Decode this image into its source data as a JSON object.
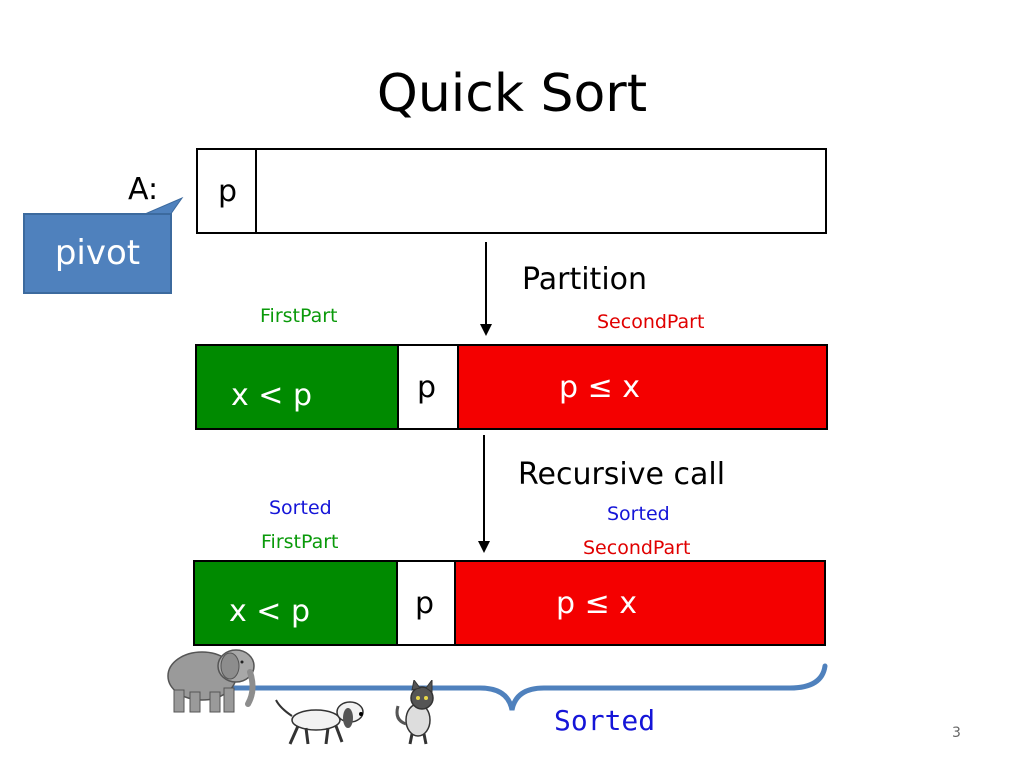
{
  "title": "Quick Sort",
  "array_label": "A:",
  "pivot_symbol": "p",
  "callout": {
    "text": "pivot",
    "color": "#4f81bd"
  },
  "step1": {
    "label": "Partition",
    "first_part": "FirstPart",
    "second_part": "SecondPart"
  },
  "partitioned": {
    "left": "x < p",
    "middle": "p",
    "right": "p ≤ x"
  },
  "step2": {
    "label": "Recursive call",
    "first_sorted": "Sorted",
    "first_part": "FirstPart",
    "second_sorted": "Sorted",
    "second_part": "SecondPart"
  },
  "sorted_row": {
    "left": "x < p",
    "middle": "p",
    "right": "p ≤ x"
  },
  "brace_label": "Sorted",
  "slide_number": "3",
  "colors": {
    "green": "#008a00",
    "red": "#f40000",
    "brace": "#4f81bd"
  },
  "icons": [
    "elephant-icon",
    "dog-icon",
    "cat-icon"
  ]
}
